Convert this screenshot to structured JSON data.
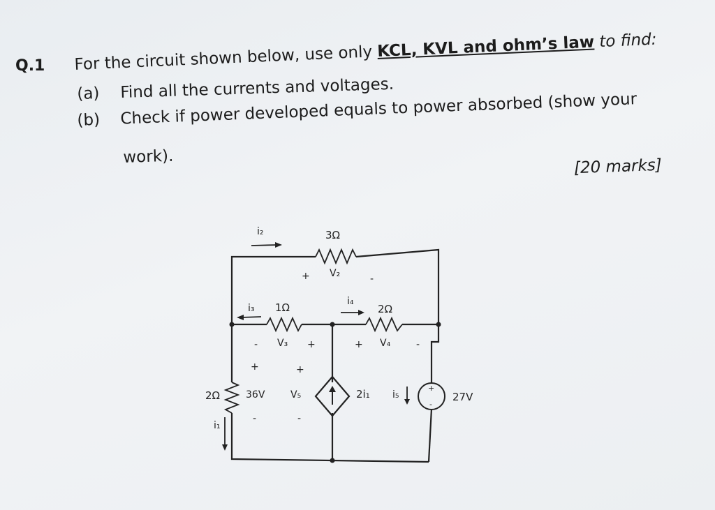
{
  "question": {
    "number": "Q.1",
    "intro_before": "For the circuit shown below, use only ",
    "intro_emphasis": "KCL, KVL and ohm’s law",
    "intro_after": " to find:",
    "part_a_label": "(a)",
    "part_a_text": "Find all the currents and voltages.",
    "part_b_label": "(b)",
    "part_b_text_line1": "Check if power developed equals to power absorbed (show your",
    "part_b_text_line2": "work).",
    "marks": "[20 marks]"
  },
  "circuit": {
    "labels": {
      "i2": "i₂",
      "r_top": "3Ω",
      "v2_plus": "+",
      "v2": "V₂",
      "v2_minus": "-",
      "i3": "i₃",
      "r_left": "1Ω",
      "i4": "i₄",
      "r_right": "2Ω",
      "v3_minus": "-",
      "v3": "V₃",
      "v3_plus": "+",
      "v4_plus": "+",
      "v4": "V₄",
      "v4_minus": "-",
      "src36_plus": "+",
      "v5_plus": "+",
      "r_side": "2Ω",
      "src36": "36V",
      "v5": "V₅",
      "dep_source": "2i₁",
      "i5": "i₅",
      "src27": "27V",
      "src36_minus": "-",
      "v5_minus": "-",
      "i1": "i₁",
      "src27_plus": "+",
      "src27_minus": "-"
    }
  }
}
